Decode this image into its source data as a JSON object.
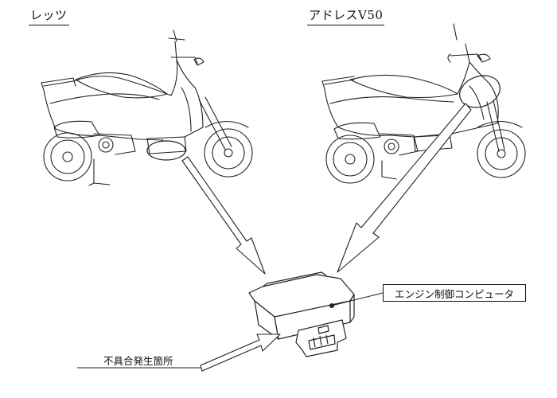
{
  "titles": {
    "left": "レッツ",
    "right": "アドレスV50"
  },
  "labels": {
    "ecu": "エンジン制御コンピュータ",
    "defect_location": "不具合発生箇所"
  }
}
